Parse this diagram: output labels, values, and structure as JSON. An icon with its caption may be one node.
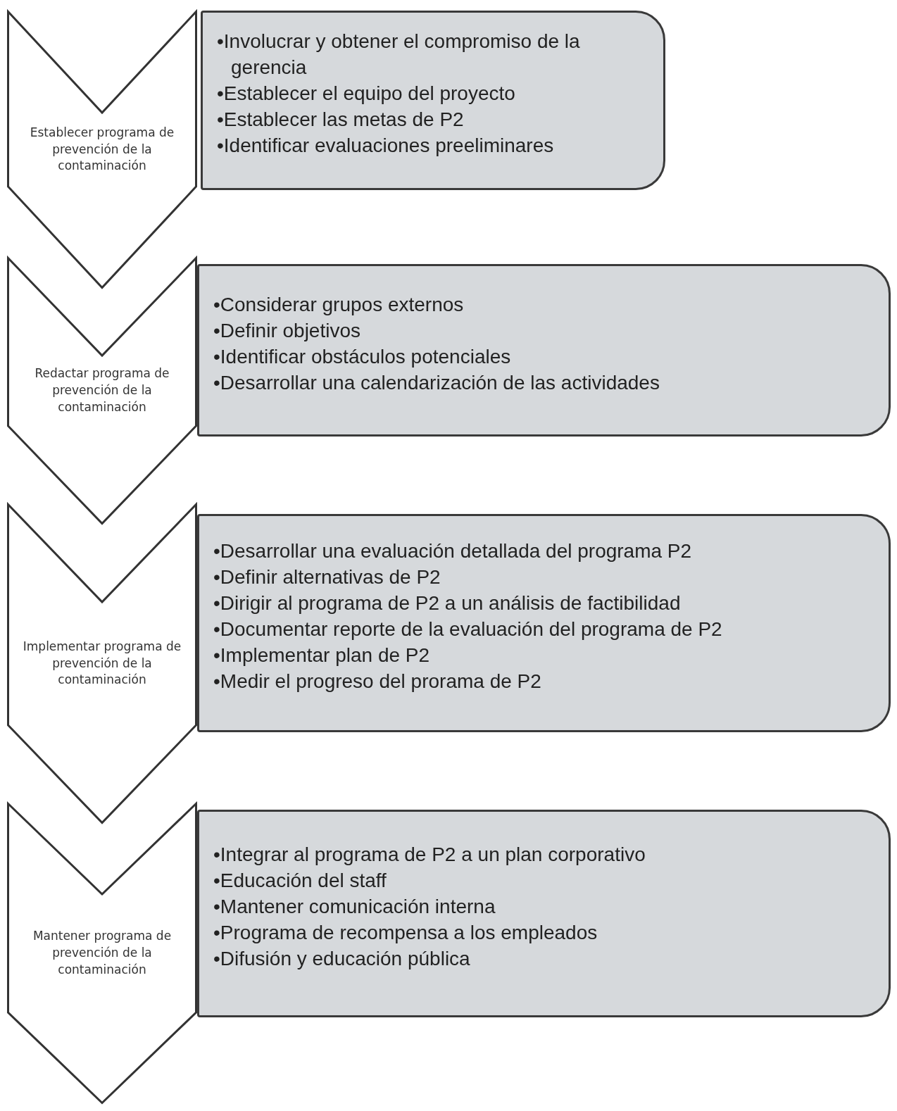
{
  "diagram": {
    "nodes": [
      {
        "text": [
          "Establecer programa de prevención de la contaminación"
        ]
      },
      {
        "text": [
          "•Involucrar y obtener el compromiso de la gerencia",
          "•Establecer el equipo del proyecto",
          "•Establecer las metas de P2",
          "•Identificar evaluaciones preeliminares"
        ]
      },
      {
        "text": [
          "Redactar programa de prevención de la contaminación"
        ]
      },
      {
        "text": [
          "•Considerar grupos externos",
          "•Definir objetivos",
          "•Identificar obstáculos potenciales",
          "•Desarrollar una calendarización de las actividades"
        ]
      },
      {
        "text": [
          "Implementar programa de prevención de la contaminación"
        ]
      },
      {
        "text": [
          "•Desarrollar una evaluación detallada del programa P2",
          "•Definir alternativas de P2",
          "•Dirigir al programa de P2 a un análisis de factibilidad",
          "•Documentar reporte de la evaluación del programa de P2",
          "•Implementar plan de P2",
          "•Medir el progreso del prorama de P2"
        ]
      },
      {
        "text": [
          "Mantener programa de prevención de la contaminación"
        ]
      },
      {
        "text": [
          "•Integrar al programa de P2 a un plan corporativo",
          "•Educación del staff",
          "•Mantener comunicación interna",
          "•Programa de recompensa a los empleados",
          "•Difusión y educación pública"
        ]
      }
    ]
  }
}
